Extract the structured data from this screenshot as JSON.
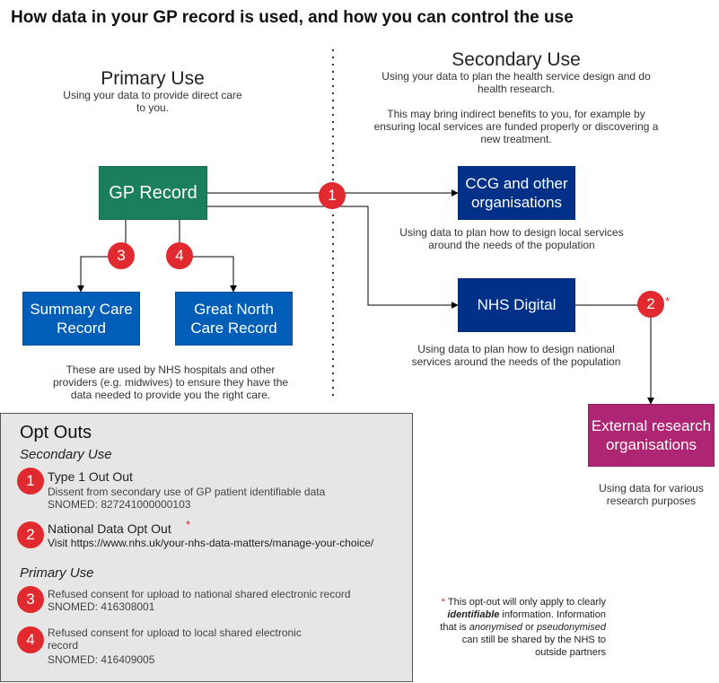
{
  "title": "How data in your GP record is used, and how you can control the use",
  "primary": {
    "heading": "Primary Use",
    "desc": "Using your data to provide direct care to you."
  },
  "secondary": {
    "heading": "Secondary Use",
    "desc1": "Using your data to plan the health service design and do health research.",
    "desc2": "This may bring indirect benefits to you, for example by ensuring local services are funded properly or discovering a new treatment."
  },
  "nodes": {
    "gp_record": "GP Record",
    "summary_care": "Summary Care Record",
    "great_north": "Great North Care Record",
    "ccg": "CCG and other organisations",
    "nhs_digital": "NHS Digital",
    "external": "External research organisations"
  },
  "captions": {
    "ccg": "Using data to plan how to design local services around the needs of the population",
    "nhs_digital": "Using data to plan how to design national services around the needs of the population",
    "external": "Using data for various research purposes",
    "primary_records": "These are used by NHS hospitals and other providers (e.g. midwives) to ensure they have the data needed to provide you the right care."
  },
  "badges": {
    "b1": "1",
    "b2": "2",
    "b3": "3",
    "b4": "4"
  },
  "asterisk": "*",
  "opt_outs": {
    "title": "Opt Outs",
    "secondary_heading": "Secondary Use",
    "primary_heading": "Primary Use",
    "items": [
      {
        "num": "1",
        "line1": "Type 1 Out Out",
        "line2": "Dissent from secondary use of GP patient identifiable data",
        "line3": "SNOMED: 827241000000103"
      },
      {
        "num": "2",
        "line1": "National Data Opt Out",
        "line2": "Visit https://www.nhs.uk/your-nhs-data-matters/manage-your-choice/"
      },
      {
        "num": "3",
        "line1": "Refused consent for upload to national shared electronic record",
        "line2": "SNOMED: 416308001"
      },
      {
        "num": "4",
        "line1": "Refused consent for upload to local shared electronic record",
        "line2": "SNOMED: 416409005"
      }
    ]
  },
  "footnote": {
    "p1": "This opt-out will only apply to clearly ",
    "p2": "identifiable",
    "p3": " information. Information that is ",
    "p4": "anonymised",
    "p5": " or ",
    "p6": "pseudonymised",
    "p7": " can still be shared by the NHS to outside partners"
  },
  "colors": {
    "gp_record": "#1a7f5a",
    "nhs_blue": "#005eb8",
    "dark_blue": "#003087",
    "magenta": "#ae2573",
    "badge_red": "#e02a2f",
    "panel_grey": "#e6e6e6"
  }
}
